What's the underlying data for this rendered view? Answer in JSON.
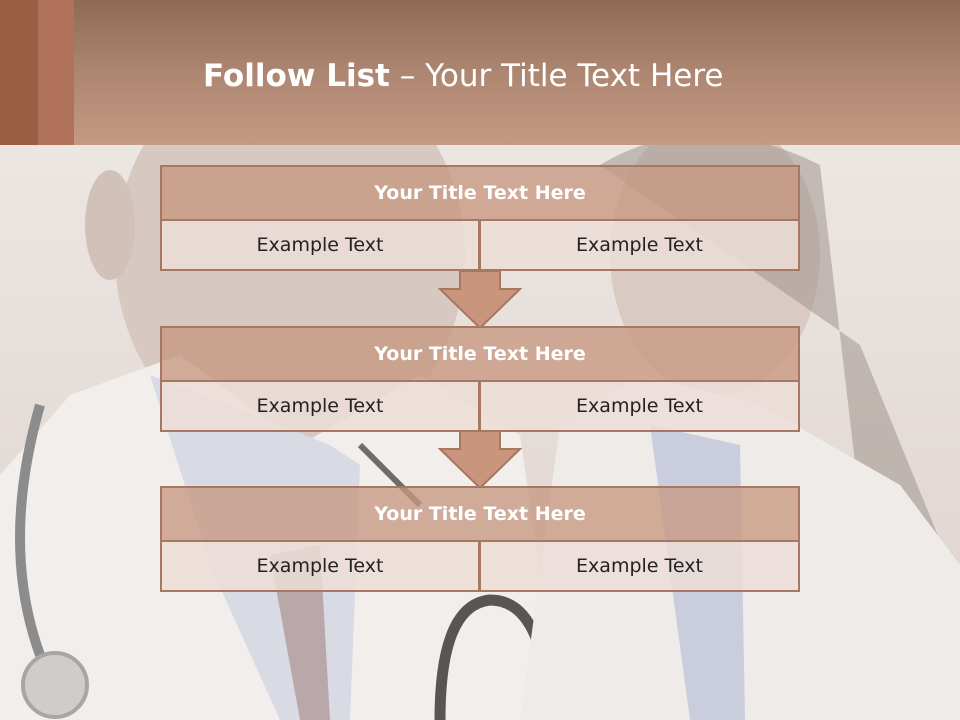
{
  "slide": {
    "title_bold": "Follow List",
    "title_rest": "– Your Title Text Here",
    "accent_color": "#b07258",
    "header_color": "#ad8672"
  },
  "blocks": [
    {
      "title": "Your Title Text Here",
      "cells": [
        "Example Text",
        "Example Text"
      ]
    },
    {
      "title": "Your Title Text Here",
      "cells": [
        "Example Text",
        "Example Text"
      ]
    },
    {
      "title": "Your Title Text Here",
      "cells": [
        "Example Text",
        "Example Text"
      ]
    }
  ],
  "icons": {
    "connector": "down-arrow-icon"
  }
}
